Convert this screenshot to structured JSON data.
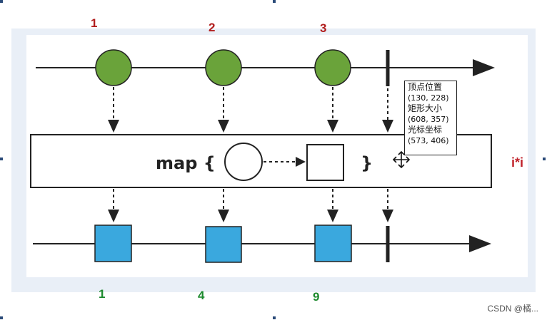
{
  "operator": {
    "keyword": "map {",
    "close_brace": "}"
  },
  "labels": {
    "top": [
      "1",
      "2",
      "3"
    ],
    "bottom": [
      "1",
      "4",
      "9"
    ],
    "side": "i*i"
  },
  "tooltip": {
    "vertex_label": "顶点位置",
    "vertex_value": "(130, 228)",
    "size_label": "矩形大小",
    "size_value": "(608, 357)",
    "cursor_label": "光标坐标",
    "cursor_value": "(573, 406)"
  },
  "watermark": "CSDN @橘...",
  "colors": {
    "input_circle": "#6aa33a",
    "output_square": "#3aa8de",
    "line": "#222222",
    "panel": "#e9eff7",
    "top_label": "#b11c1c",
    "bottom_label": "#1d8a2e"
  }
}
